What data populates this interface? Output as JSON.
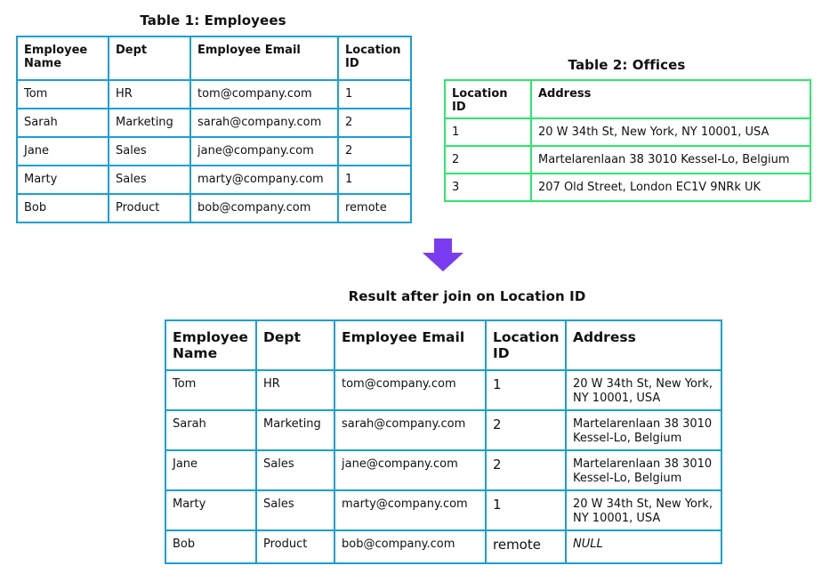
{
  "table1": {
    "title": "Table 1: Employees",
    "headers": [
      "Employee Name",
      "Dept",
      "Employee Email",
      "Location ID"
    ],
    "rows": [
      [
        "Tom",
        "HR",
        "tom@company.com",
        "1"
      ],
      [
        "Sarah",
        "Marketing",
        "sarah@company.com",
        "2"
      ],
      [
        "Jane",
        "Sales",
        "jane@company.com",
        "2"
      ],
      [
        "Marty",
        "Sales",
        "marty@company.com",
        "1"
      ],
      [
        "Bob",
        "Product",
        "bob@company.com",
        "remote"
      ]
    ]
  },
  "table2": {
    "title": "Table 2: Offices",
    "headers": [
      "Location ID",
      "Address"
    ],
    "rows": [
      [
        "1",
        "20 W 34th St, New York, NY 10001, USA"
      ],
      [
        "2",
        "Martelarenlaan 38 3010 Kessel-Lo,  Belgium"
      ],
      [
        "3",
        "207 Old Street, London EC1V 9NRk UK"
      ]
    ]
  },
  "result": {
    "title": "Result after join on Location  ID",
    "headers": [
      "Employee Name",
      "Dept",
      "Employee Email",
      "Location ID",
      "Address"
    ],
    "rows": [
      [
        "Tom",
        "HR",
        "tom@company.com",
        "1",
        "20 W 34th St, New York, NY 10001, USA"
      ],
      [
        "Sarah",
        "Marketing",
        "sarah@company.com",
        "2",
        "Martelarenlaan 38 3010 Kessel-Lo,  Belgium"
      ],
      [
        "Jane",
        "Sales",
        "jane@company.com",
        "2",
        "Martelarenlaan 38 3010 Kessel-Lo,  Belgium"
      ],
      [
        "Marty",
        "Sales",
        "marty@company.com",
        "1",
        "20 W 34th St, New York, NY 10001, USA"
      ],
      [
        "Bob",
        "Product",
        "bob@company.com",
        "remote",
        "NULL"
      ]
    ]
  },
  "colors": {
    "table1_border": "#1a9fd6",
    "table2_border": "#2ee86a",
    "result_border": "#1a9fd6",
    "arrow": "#7a3cf0"
  },
  "icons": {
    "arrow": "down-arrow-icon"
  }
}
